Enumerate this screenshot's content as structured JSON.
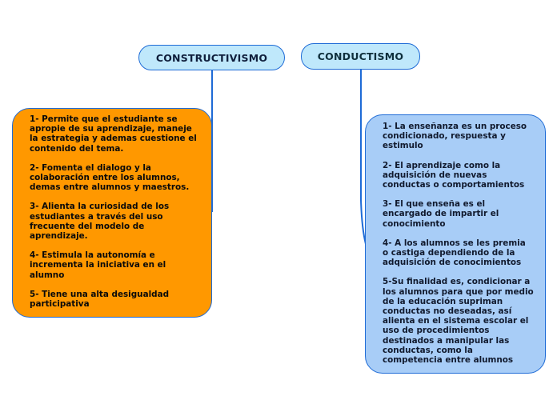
{
  "nodes": {
    "constructivismo": {
      "title": "CONSTRUCTIVISMO",
      "items": [
        "1- Permite que el estudiante se\napropie de su aprendizaje, maneje\nla estrategia y ademas cuestione el\ncontenido del tema.",
        "2- Fomenta el dialogo y la\ncolaboración entre los alumnos,\ndemas entre alumnos y maestros.",
        "3- Alienta la curiosidad de los\nestudiantes a través del uso\nfrecuente del modelo de\naprendizaje.",
        "4- Estimula la autonomía e\nincrementa la iniciativa en el\nalumno",
        "5- Tiene una alta desigualdad\nparticipativa"
      ]
    },
    "conductismo": {
      "title": "CONDUCTISMO",
      "items": [
        "1- La enseñanza es un proceso\ncondicionado, respuesta y\nestimulo",
        "2- El aprendizaje como la\nadquisición de nuevas\nconductas o comportamientos",
        "3- El que enseña es el\nencargado de impartir el\nconocimiento",
        "4- A los alumnos se les premia\no castiga dependiendo de la\nadquisición de conocimientos",
        "5-Su finalidad es, condicionar a\nlos alumnos para que por medio\nde la educación supriman\nconductas no deseadas, así\nalienta en el sistema escolar el\nuso de procedimientos\ndestinados a manipular las\nconductas, como la\ncompetencia entre alumnos"
      ]
    }
  },
  "colors": {
    "title_fill": "#bfe8fb",
    "border": "#1e6bd6",
    "left_card_fill": "#ff9800",
    "right_card_fill": "#a8cdf7"
  }
}
